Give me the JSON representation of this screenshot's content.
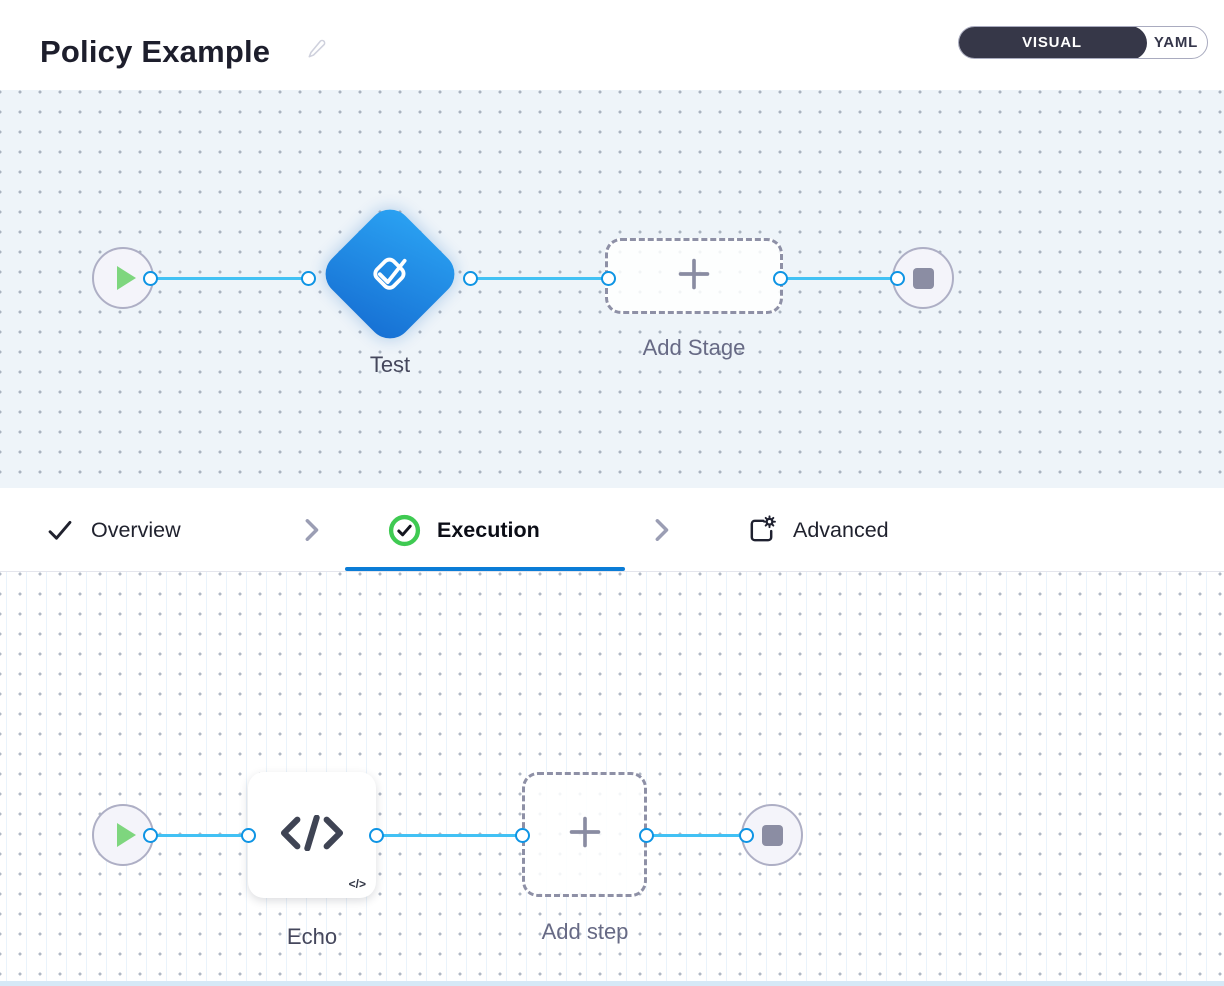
{
  "header": {
    "title": "Policy Example",
    "mode_toggle": {
      "options": [
        "VISUAL",
        "YAML"
      ],
      "selected": "VISUAL"
    }
  },
  "stage_canvas": {
    "start": {
      "icon": "play-icon"
    },
    "stage": {
      "label": "Test",
      "icon": "approval-check-icon"
    },
    "add_stage": {
      "label": "Add Stage",
      "icon": "plus-icon"
    },
    "end": {
      "icon": "stop-icon"
    }
  },
  "tabs": [
    {
      "label": "Overview",
      "icon": "check-icon",
      "state": "completed"
    },
    {
      "label": "Execution",
      "icon": "check-circle-icon",
      "state": "active"
    },
    {
      "label": "Advanced",
      "icon": "box-gear-icon",
      "state": "default"
    }
  ],
  "step_canvas": {
    "start": {
      "icon": "play-icon"
    },
    "step": {
      "label": "Echo",
      "icon": "code-icon",
      "badge": "</>"
    },
    "add_step": {
      "label": "Add step",
      "icon": "plus-icon"
    },
    "end": {
      "icon": "stop-icon"
    }
  },
  "colors": {
    "accent_blue": "#0b7cd6",
    "wire_blue": "#42c1f4",
    "port_border": "#0e94e4",
    "diamond_gradient_start": "#2ba3f3",
    "diamond_gradient_end": "#166fd3",
    "success_green": "#3fca52",
    "play_green": "#7ed67e",
    "stop_gray": "#8b8da3",
    "toggle_dark": "#363748",
    "canvas_top_bg": "#eef4f9"
  }
}
